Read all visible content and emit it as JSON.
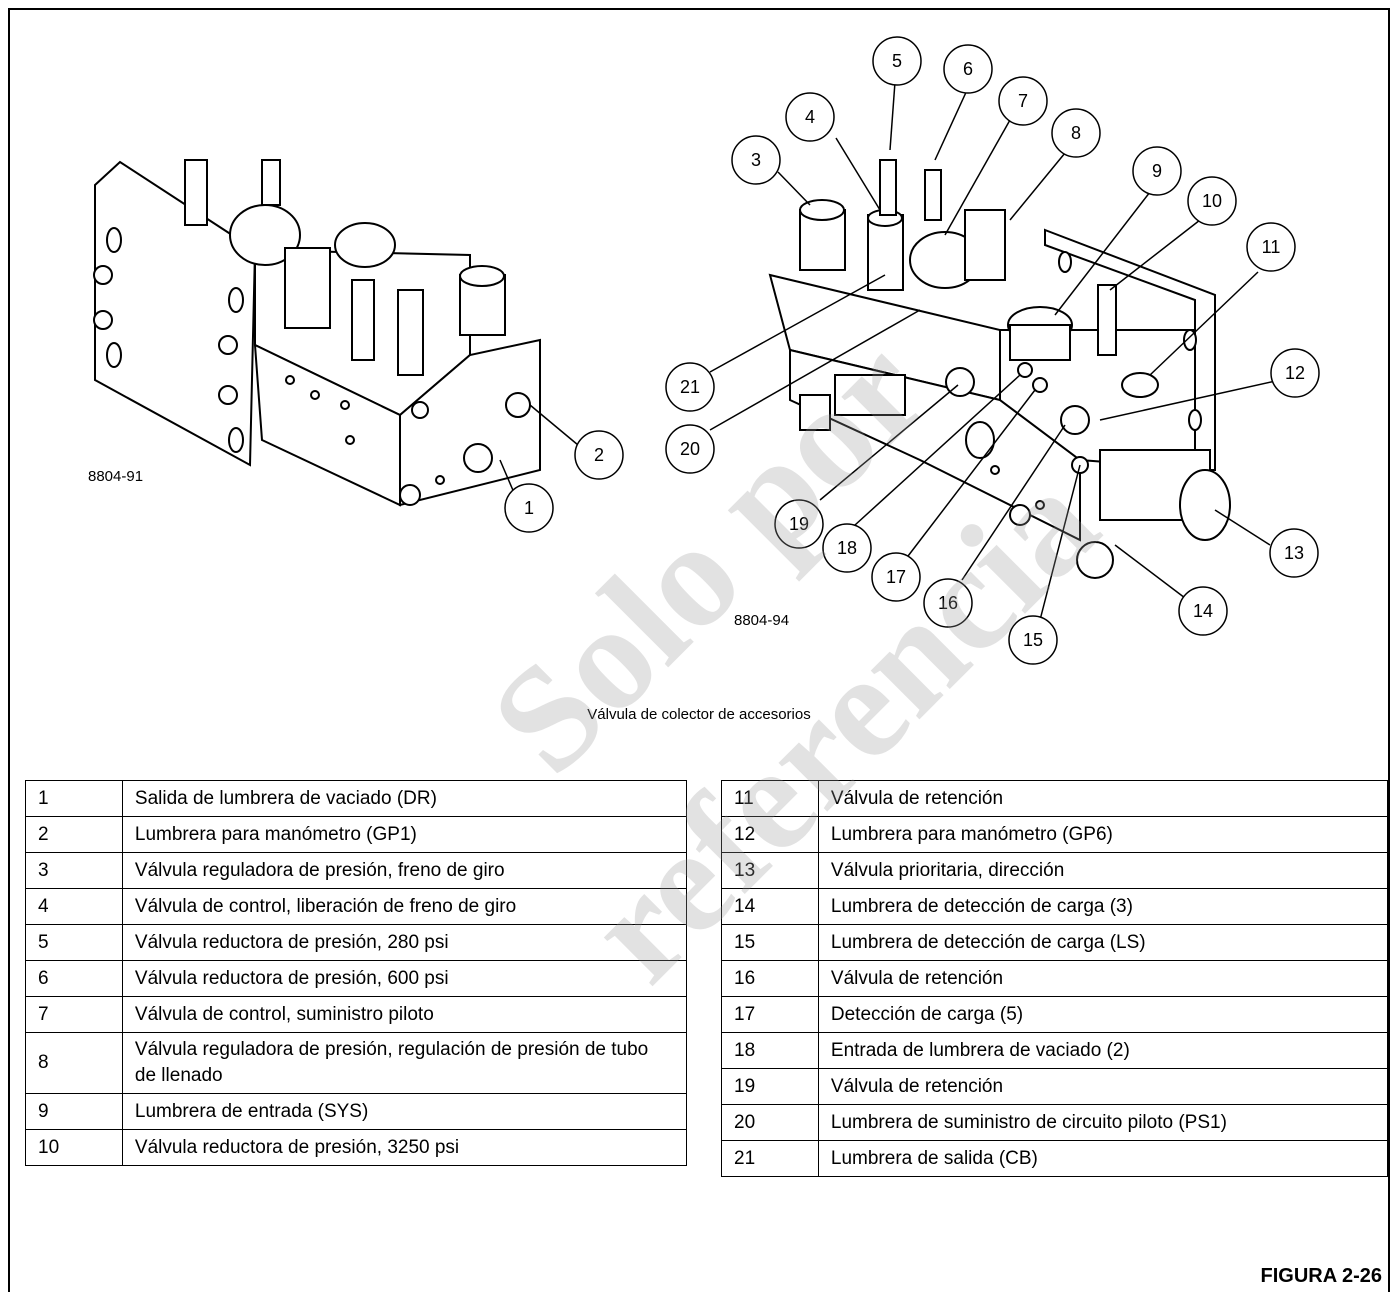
{
  "figure": {
    "left_drawing_code": "8804-91",
    "right_drawing_code": "8804-94",
    "caption": "Válvula de colector de accesorios",
    "figure_label": "FIGURA 2-26",
    "callouts": [
      "1",
      "2",
      "3",
      "4",
      "5",
      "6",
      "7",
      "8",
      "9",
      "10",
      "11",
      "12",
      "13",
      "14",
      "15",
      "16",
      "17",
      "18",
      "19",
      "20",
      "21"
    ]
  },
  "watermark": {
    "line1": "Solo por",
    "line2": "referencia"
  },
  "legend_left": [
    {
      "num": "1",
      "desc": "Salida de lumbrera de vaciado (DR)"
    },
    {
      "num": "2",
      "desc": "Lumbrera para manómetro (GP1)"
    },
    {
      "num": "3",
      "desc": "Válvula reguladora de presión, freno de giro"
    },
    {
      "num": "4",
      "desc": "Válvula de control, liberación de freno de giro"
    },
    {
      "num": "5",
      "desc": "Válvula reductora de presión, 280 psi"
    },
    {
      "num": "6",
      "desc": "Válvula reductora de presión, 600 psi"
    },
    {
      "num": "7",
      "desc": "Válvula de control, suministro piloto"
    },
    {
      "num": "8",
      "desc": "Válvula reguladora de presión, regulación de presión de tubo de llenado"
    },
    {
      "num": "9",
      "desc": "Lumbrera de entrada (SYS)"
    },
    {
      "num": "10",
      "desc": "Válvula reductora de presión, 3250 psi"
    }
  ],
  "legend_right": [
    {
      "num": "11",
      "desc": "Válvula de retención"
    },
    {
      "num": "12",
      "desc": "Lumbrera para manómetro (GP6)"
    },
    {
      "num": "13",
      "desc": "Válvula prioritaria, dirección"
    },
    {
      "num": "14",
      "desc": "Lumbrera de detección de carga (3)"
    },
    {
      "num": "15",
      "desc": "Lumbrera de detección de carga (LS)"
    },
    {
      "num": "16",
      "desc": "Válvula de retención"
    },
    {
      "num": "17",
      "desc": "Detección de carga (5)"
    },
    {
      "num": "18",
      "desc": "Entrada de lumbrera de vaciado (2)"
    },
    {
      "num": "19",
      "desc": "Válvula de retención"
    },
    {
      "num": "20",
      "desc": "Lumbrera de suministro de circuito piloto (PS1)"
    },
    {
      "num": "21",
      "desc": "Lumbrera de salida (CB)"
    }
  ]
}
